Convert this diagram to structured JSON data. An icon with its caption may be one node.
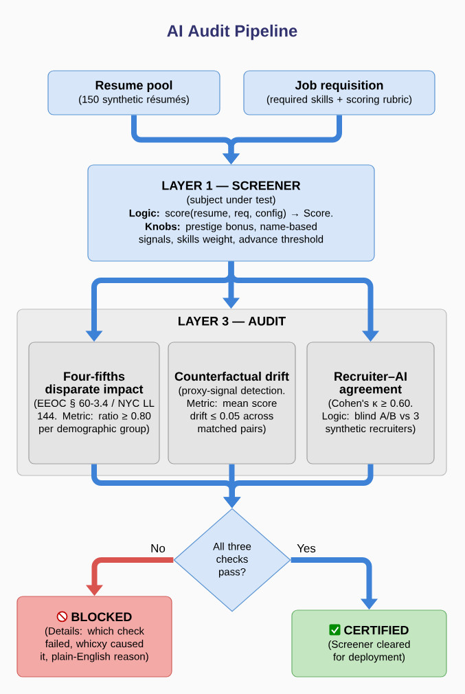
{
  "diagram": {
    "title": "AI Audit Pipeline",
    "nodes": [
      {
        "text": [
          "Resume pool",
          "(150 synthetic résumés)"
        ]
      },
      {
        "text": [
          "Job requisition",
          "(required skills + scoring rubric)"
        ]
      },
      {
        "text": [
          "LAYER 1 — SCREENER",
          "(subject under test)",
          "**Logic:** score(resume, req, config) → Score.",
          "**Knobs:** prestige bonus, name-based signals, skills weight, advance threshold"
        ]
      },
      {
        "text": [
          "LAYER 3 — AUDIT"
        ]
      },
      {
        "text": [
          "Four-fifths disparate impact",
          "(EEOC § 60-3.4 / NYC LL 144. Metric: ratio ≥ 0.80 per demographic group)"
        ],
        "in": 3
      },
      {
        "text": [
          "Counterfactual drift",
          "(proxy-signal detection. Metric: mean score drift ≤ 0.05 across matched pairs)"
        ],
        "in": 3
      },
      {
        "text": [
          "Recruiter–AI agreement",
          "(Cohen's κ ≥ 0.60. Logic: blind A/B vs 3 synthetic recruiters)"
        ],
        "in": 3
      },
      {
        "text": [
          "All three checks pass?"
        ]
      },
      {
        "text": [
          "BLOCKED",
          "(Details: which check failed, whicxy caused it, plain-English reason)"
        ]
      },
      {
        "text": [
          "CERTIFIED",
          "(Screener cleared for deployment)"
        ]
      }
    ],
    "edges": [
      {
        "from": 0,
        "to": 2,
        "arrow": "to"
      },
      {
        "from": 1,
        "to": 2,
        "arrow": "to"
      },
      {
        "from": 2,
        "to": 4,
        "arrow": "to"
      },
      {
        "from": 2,
        "to": 3,
        "arrow": "to"
      },
      {
        "from": 2,
        "to": 6,
        "arrow": "to"
      },
      {
        "from": 4,
        "to": 7,
        "arrow": "to"
      },
      {
        "from": 5,
        "to": 7,
        "arrow": "to"
      },
      {
        "from": 6,
        "to": 7,
        "arrow": "to"
      },
      {
        "from": 7,
        "to": 8,
        "arrow": "to",
        "label": "No",
        "color": "#d9534f"
      },
      {
        "from": 7,
        "to": 9,
        "arrow": "to",
        "label": "Yes"
      }
    ]
  }
}
